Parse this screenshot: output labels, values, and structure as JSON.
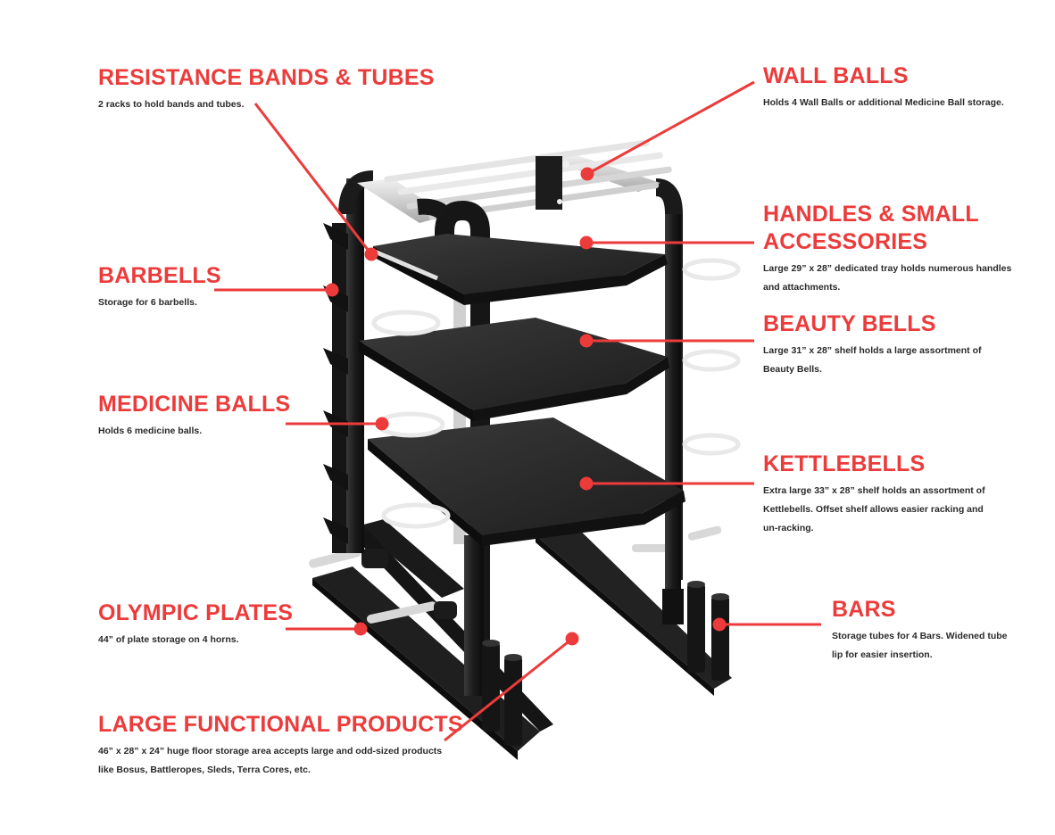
{
  "callouts": {
    "resistance_bands": {
      "title": "RESISTANCE BANDS & TUBES",
      "desc": "2 racks to hold bands and tubes."
    },
    "barbells": {
      "title": "BARBELLS",
      "desc": "Storage for 6 barbells."
    },
    "medicine_balls": {
      "title": "MEDICINE BALLS",
      "desc": "Holds 6 medicine balls."
    },
    "olympic_plates": {
      "title": "OLYMPIC PLATES",
      "desc": "44” of plate storage on 4 horns."
    },
    "large_functional": {
      "title": "LARGE FUNCTIONAL PRODUCTS",
      "desc_line1": "46” x 28” x 24” huge floor storage area accepts large and odd-sized products",
      "desc_line2": "like Bosus, Battleropes, Sleds, Terra Cores, etc."
    },
    "wall_balls": {
      "title": "WALL BALLS",
      "desc": "Holds 4 Wall Balls or additional Medicine Ball storage."
    },
    "handles": {
      "title_line1": "HANDLES & SMALL",
      "title_line2": "ACCESSORIES",
      "desc_line1": "Large 29” x 28” dedicated tray holds numerous handles",
      "desc_line2": "and attachments."
    },
    "beauty_bells": {
      "title": "BEAUTY BELLS",
      "desc_line1": "Large 31” x 28” shelf holds a large assortment of",
      "desc_line2": "Beauty Bells."
    },
    "kettlebells": {
      "title": "KETTLEBELLS",
      "desc_line1": "Extra large 33” x 28” shelf holds an assortment of",
      "desc_line2": "Kettlebells. Offset shelf allows easier racking and",
      "desc_line3": "un-racking."
    },
    "bars": {
      "title": "BARS",
      "desc_line1": "Storage tubes for 4 Bars. Widened tube",
      "desc_line2": "lip for easier insertion."
    }
  },
  "colors": {
    "accent": "#ec3b3b",
    "frame": "#1c1c1c",
    "shelf": "#2b2b2b",
    "silver": "#d9d9d9"
  }
}
